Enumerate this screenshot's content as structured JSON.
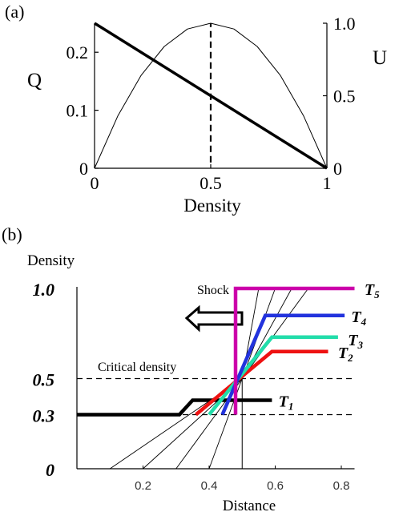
{
  "chart_data": [
    {
      "panel_label": "(a)",
      "type": "line",
      "xlabel": "Density",
      "ylabel_left": "Q",
      "ylabel_right": "U",
      "xlim": [
        0,
        1
      ],
      "ylim_left": [
        0,
        0.25
      ],
      "ylim_right": [
        0,
        1.0
      ],
      "x_ticks": [
        "0",
        "0.5",
        "1"
      ],
      "y_ticks_left": [
        "0",
        "0.1",
        "0.2"
      ],
      "y_ticks_right": [
        "0",
        "0.5",
        "1.0"
      ],
      "series": [
        {
          "axis": "left",
          "style": "thin",
          "x": [
            0,
            0.1,
            0.2,
            0.3,
            0.4,
            0.5,
            0.6,
            0.7,
            0.8,
            0.9,
            1.0
          ],
          "y": [
            0,
            0.09,
            0.16,
            0.21,
            0.24,
            0.25,
            0.24,
            0.21,
            0.16,
            0.09,
            0
          ]
        },
        {
          "axis": "right",
          "style": "thick",
          "x": [
            0,
            1
          ],
          "y": [
            1.0,
            0
          ]
        }
      ],
      "annotations": [
        {
          "type": "vline-dashed",
          "x": 0.5,
          "y_from": 0.01,
          "y_to": 0.25
        }
      ]
    },
    {
      "panel_label": "(b)",
      "type": "line",
      "xlabel": "Distance",
      "ylabel": "Density",
      "xlim": [
        0,
        0.84
      ],
      "ylim": [
        0,
        1.0
      ],
      "x_ticks": [
        "0.2",
        "0.4",
        "0.6",
        "0.8"
      ],
      "x_tick_values": [
        0.2,
        0.4,
        0.6,
        0.8
      ],
      "y_ticks": [
        "0",
        "0.3",
        "0.5",
        "1.0"
      ],
      "y_tick_values": [
        0,
        0.3,
        0.5,
        1.0
      ],
      "critical_density_label": "Critical density",
      "shock_label": "Shock",
      "hlines_dashed": [
        0.5,
        0.3
      ],
      "vline_x": 0.5,
      "characteristics": [
        {
          "x": [
            0.1,
            0.5
          ],
          "y": [
            0,
            0.5
          ]
        },
        {
          "x": [
            0.2,
            0.5
          ],
          "y": [
            0,
            0.5
          ]
        },
        {
          "x": [
            0.3,
            0.5
          ],
          "y": [
            0,
            0.5
          ]
        },
        {
          "x": [
            0.4,
            0.5
          ],
          "y": [
            0,
            0.5
          ]
        },
        {
          "x": [
            0.5,
            0.55
          ],
          "y": [
            0.5,
            1.0
          ]
        },
        {
          "x": [
            0.5,
            0.6
          ],
          "y": [
            0.5,
            1.0
          ]
        },
        {
          "x": [
            0.5,
            0.65
          ],
          "y": [
            0.5,
            1.0
          ]
        },
        {
          "x": [
            0.5,
            0.7
          ],
          "y": [
            0.5,
            1.0
          ]
        }
      ],
      "series": [
        {
          "name": "T1",
          "color": "#000000",
          "x": [
            0,
            0.31,
            0.35,
            0.59
          ],
          "y": [
            0.3,
            0.3,
            0.38,
            0.38
          ]
        },
        {
          "name": "T2",
          "color": "#ee1111",
          "x": [
            0.36,
            0.59,
            0.76
          ],
          "y": [
            0.3,
            0.65,
            0.65
          ]
        },
        {
          "name": "T3",
          "color": "#22ddaa",
          "x": [
            0.4,
            0.59,
            0.79
          ],
          "y": [
            0.3,
            0.73,
            0.73
          ]
        },
        {
          "name": "T4",
          "color": "#2233dd",
          "x": [
            0.44,
            0.57,
            0.81
          ],
          "y": [
            0.3,
            0.85,
            0.85
          ]
        },
        {
          "name": "T5",
          "color": "#cc00aa",
          "x": [
            0.48,
            0.48,
            0.84
          ],
          "y": [
            0.3,
            1.0,
            1.0
          ]
        }
      ],
      "series_labels": [
        {
          "name": "T1",
          "base": "T",
          "sub": "1",
          "x": 0.61,
          "y": 0.38
        },
        {
          "name": "T2",
          "base": "T",
          "sub": "2",
          "x": 0.79,
          "y": 0.65
        },
        {
          "name": "T3",
          "base": "T",
          "sub": "3",
          "x": 0.82,
          "y": 0.72
        },
        {
          "name": "T4",
          "base": "T",
          "sub": "4",
          "x": 0.83,
          "y": 0.85
        },
        {
          "name": "T5",
          "base": "T",
          "sub": "5",
          "x": 0.87,
          "y": 1.0
        }
      ]
    }
  ]
}
